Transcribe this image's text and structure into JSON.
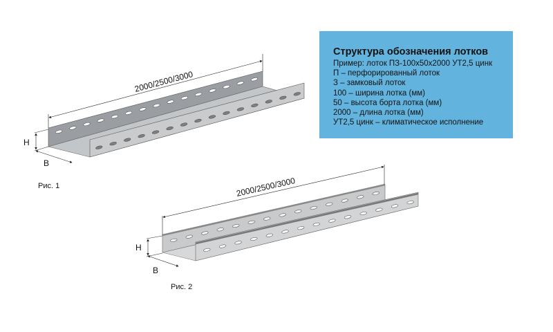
{
  "info_box": {
    "title": "Структура обозначения лотков",
    "lines": [
      "Пример: лоток ПЗ-100x50x2000 УТ2,5 цинк",
      "П – перфорированный лоток",
      "З – замковый лоток",
      "100 – ширина лотка (мм)",
      "50 – высота борта лотка (мм)",
      "2000 – длина лотка (мм)",
      "УТ2,5 цинк – климатическое исполнение"
    ],
    "background": "#62b4df"
  },
  "figure1": {
    "length_label": "2000/2500/3000",
    "height_label": "H",
    "width_label": "B",
    "caption": "Рис. 1"
  },
  "figure2": {
    "length_label": "2000/2500/3000",
    "height_label": "H",
    "width_label": "B",
    "caption": "Рис. 2"
  }
}
